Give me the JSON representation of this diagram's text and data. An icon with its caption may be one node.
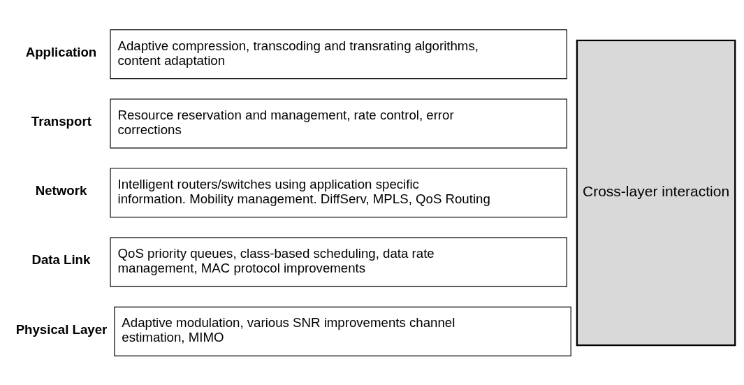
{
  "diagram": {
    "nodes": [
      {
        "text": [
          "Application",
          "Adaptive compression, transcoding and transrating algorithms, content adaptation"
        ]
      },
      {
        "text": [
          "Transport",
          "Resource reservation and management, rate control, error corrections"
        ]
      },
      {
        "text": [
          "Network",
          "Intelligent routers/switches using application specific information. Mobility management. DiffServ, MPLS, QoS Routing"
        ]
      },
      {
        "text": [
          "Data Link",
          "QoS priority queues, class-based scheduling, data rate management, MAC protocol improvements"
        ]
      },
      {
        "text": [
          "Physical Layer",
          "Adaptive modulation, various SNR improvements channel estimation, MIMO"
        ]
      },
      {
        "text": [
          "Cross-layer interaction"
        ]
      }
    ]
  }
}
